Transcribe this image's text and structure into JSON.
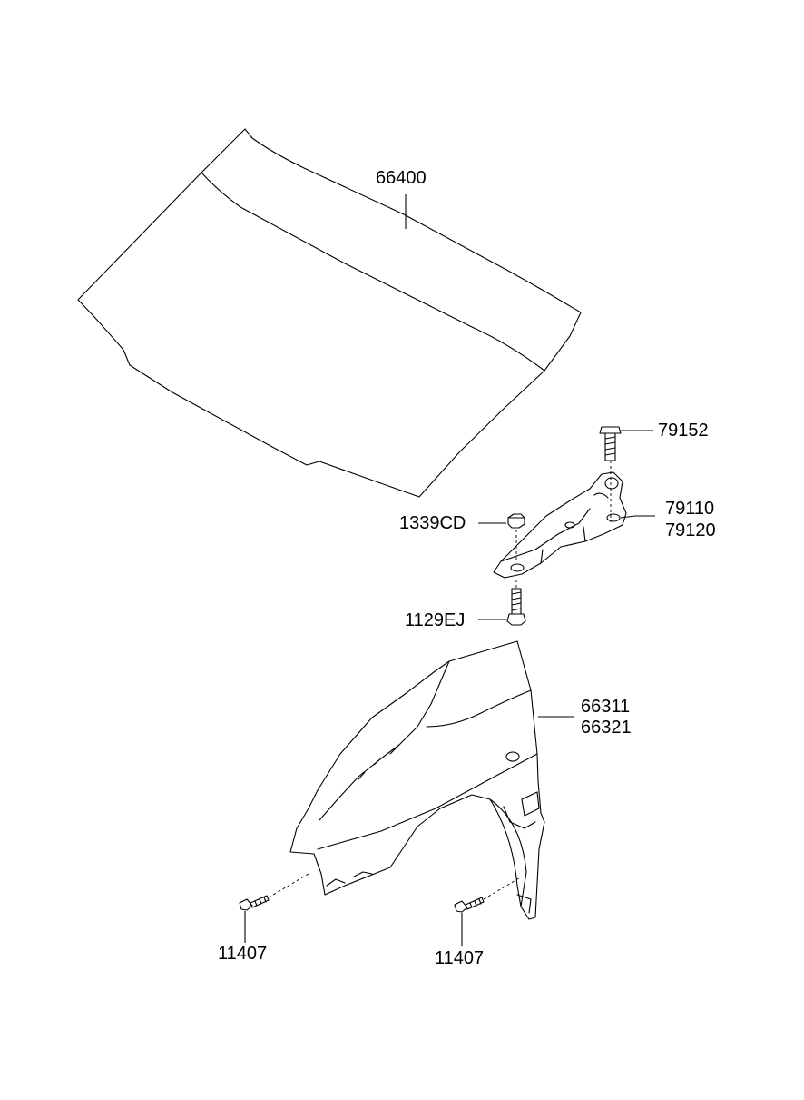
{
  "labels": {
    "hood": "66400",
    "hinge_bolt": "79152",
    "hinge_a": "79110",
    "hinge_b": "79120",
    "nut": "1339CD",
    "bolt": "1129EJ",
    "fender_a": "66311",
    "fender_b": "66321",
    "screw_left": "11407",
    "screw_right": "11407"
  }
}
